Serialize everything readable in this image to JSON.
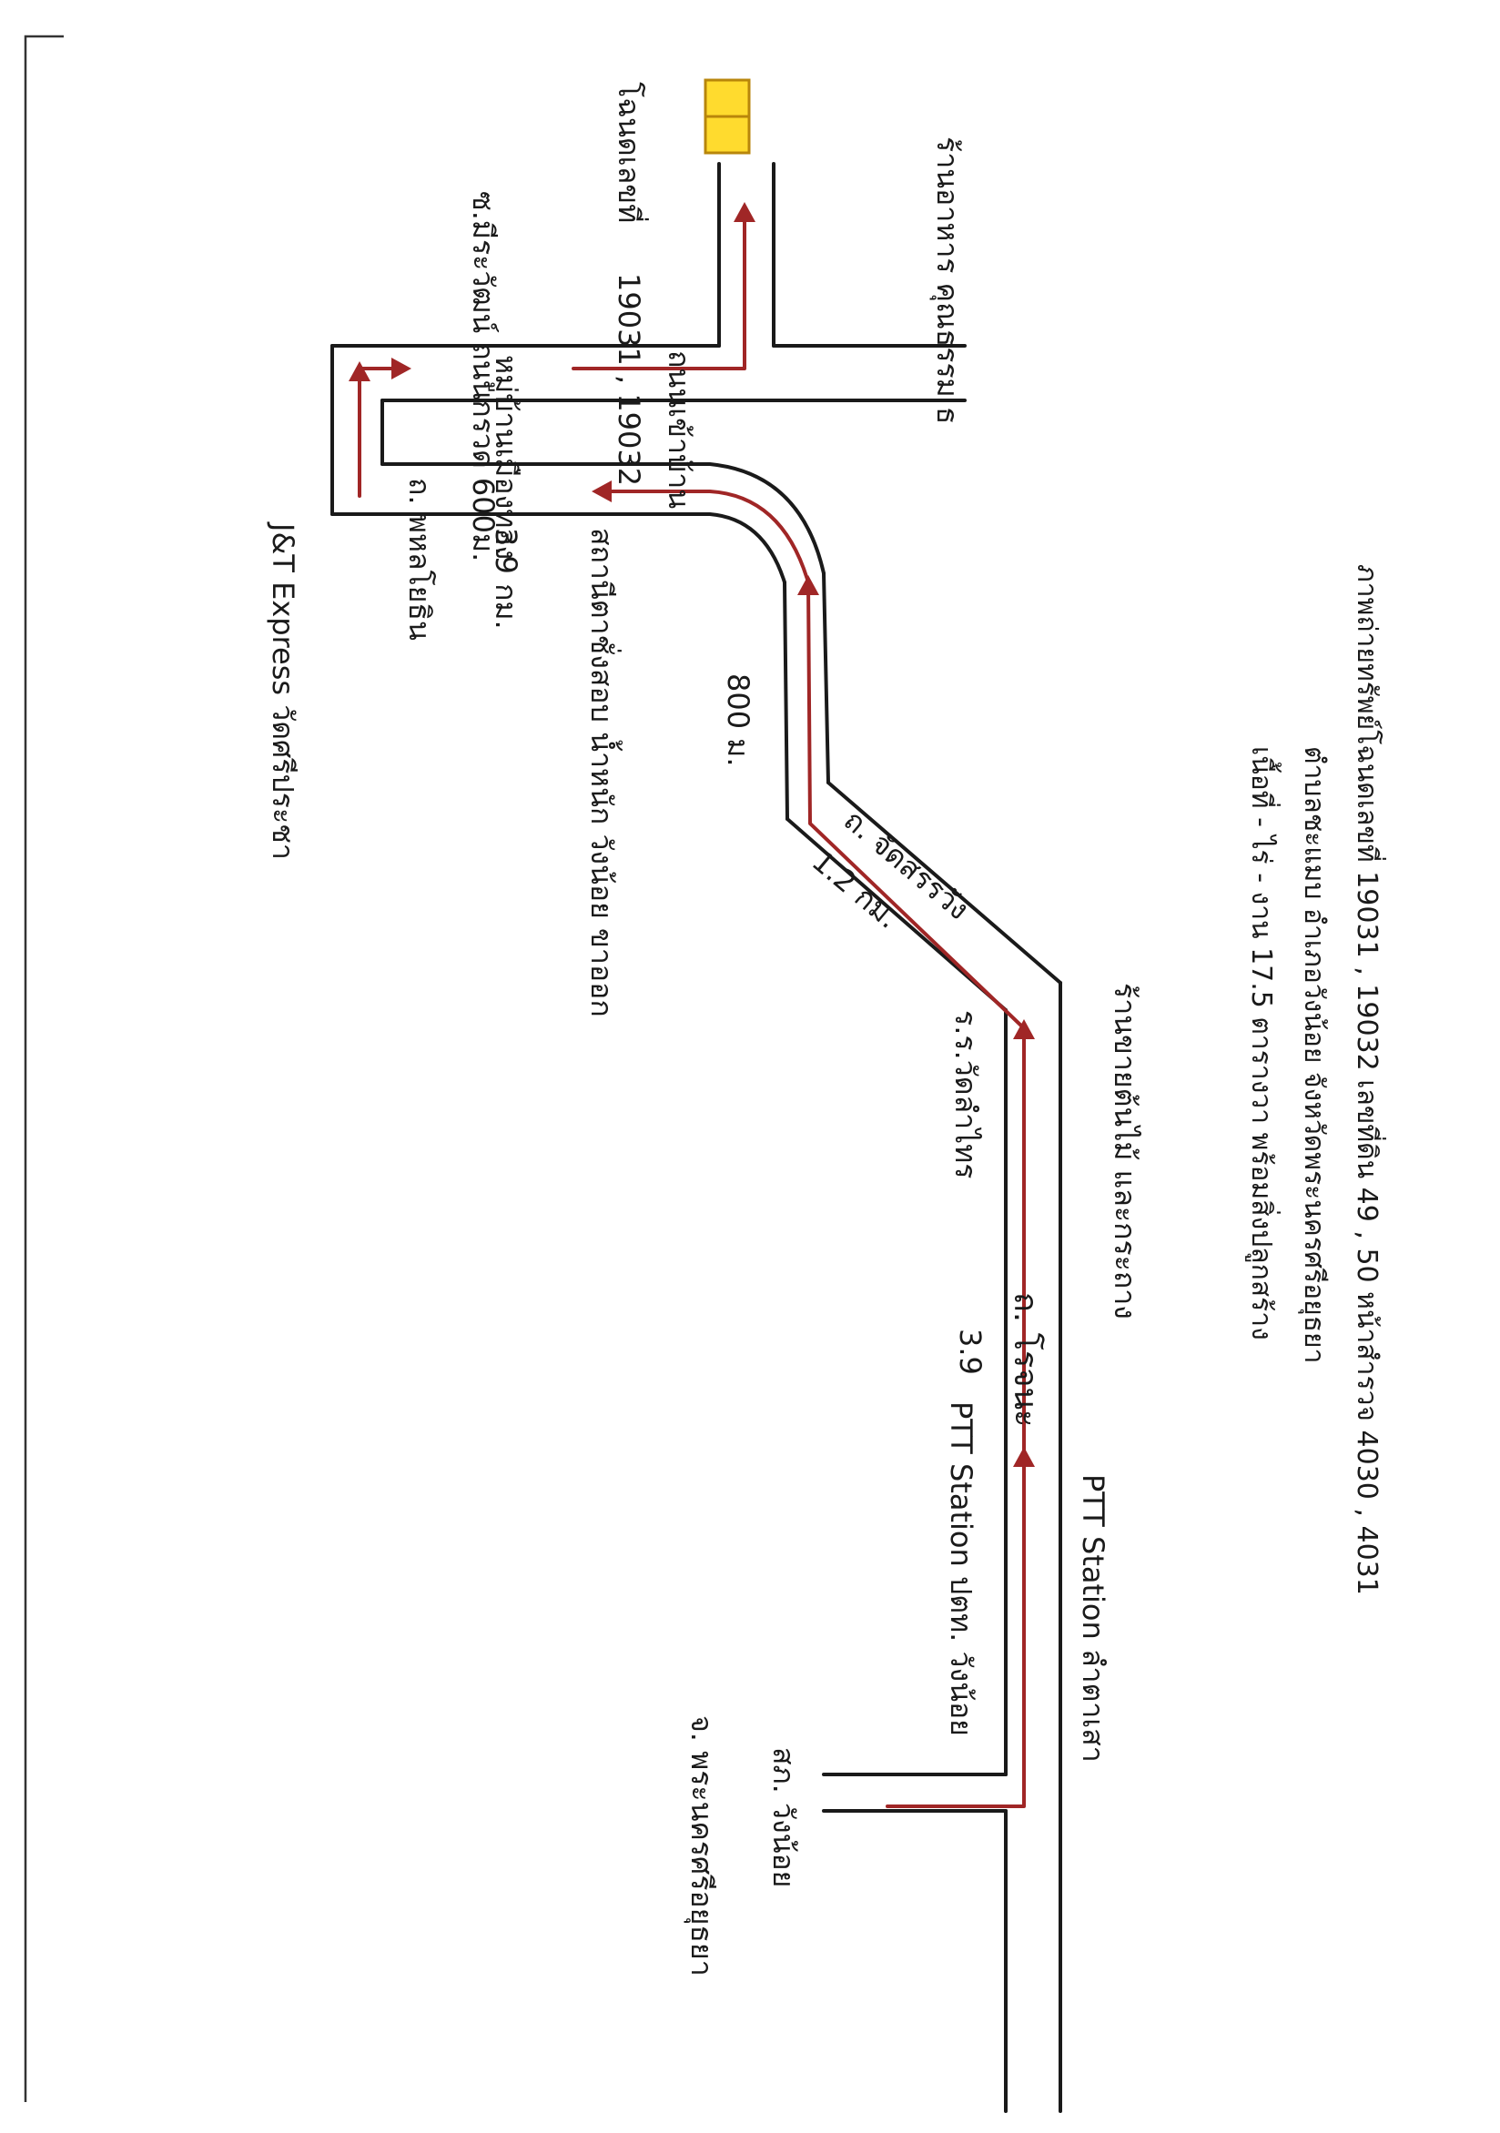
{
  "title": {
    "line1": "ภาพถ่ายทรัพย์โฉนดเลขที่ 19031 , 19032 เลขที่ดิน 49 , 50 หน้าสำรวจ 4030 , 4031",
    "line2": "ตำบลชะแมบ อำเภอวังน้อย จังหวัดพระนครศรีอยุธยา",
    "line3": "เนื้อที่ - ไร่ - งาน 17.5 ตารางวา พร้อมสิ่งปลูกสร้าง"
  },
  "property": {
    "label": "โฉนดเลขที่",
    "numbers": "19031 , 19032"
  },
  "places": {
    "restaurant": "ร้านอาหาร คุณธรรม ธ",
    "shop": "ร้านขายต้นไม้ และกระถาง",
    "jt_express": "J&T Express วัดศรีประชา",
    "scale_station": "สถานีตาชั่งสอบ น้ำหนัก วังน้อย ขาออก",
    "ptt_station_1": "PTT Station ลำตาเสา",
    "ptt_station_2": "PTT Station ปตท. วังน้อย",
    "school": "ร.ร.วัดลำไทร",
    "police": "สภ. วังน้อย",
    "province_road": "จ. พระนครศรีอยุธยา",
    "soi_info": "ซ.มีระวัฒน์ ถนนกรวด 600ม."
  },
  "roads": {
    "phahonyothin": "ถ. พหลโยธิน",
    "chamnong": "ถ. จัดสรรวัง",
    "rojana": "ถ. โรจนะ",
    "local": "หมู่บ้านเมืองทอง",
    "local2": "ถนนเข้าบ้าน"
  },
  "distances": {
    "d1": "3.9 กม.",
    "d2": "800 ม.",
    "d3": "1.2 กม.",
    "d4": "3.9"
  }
}
